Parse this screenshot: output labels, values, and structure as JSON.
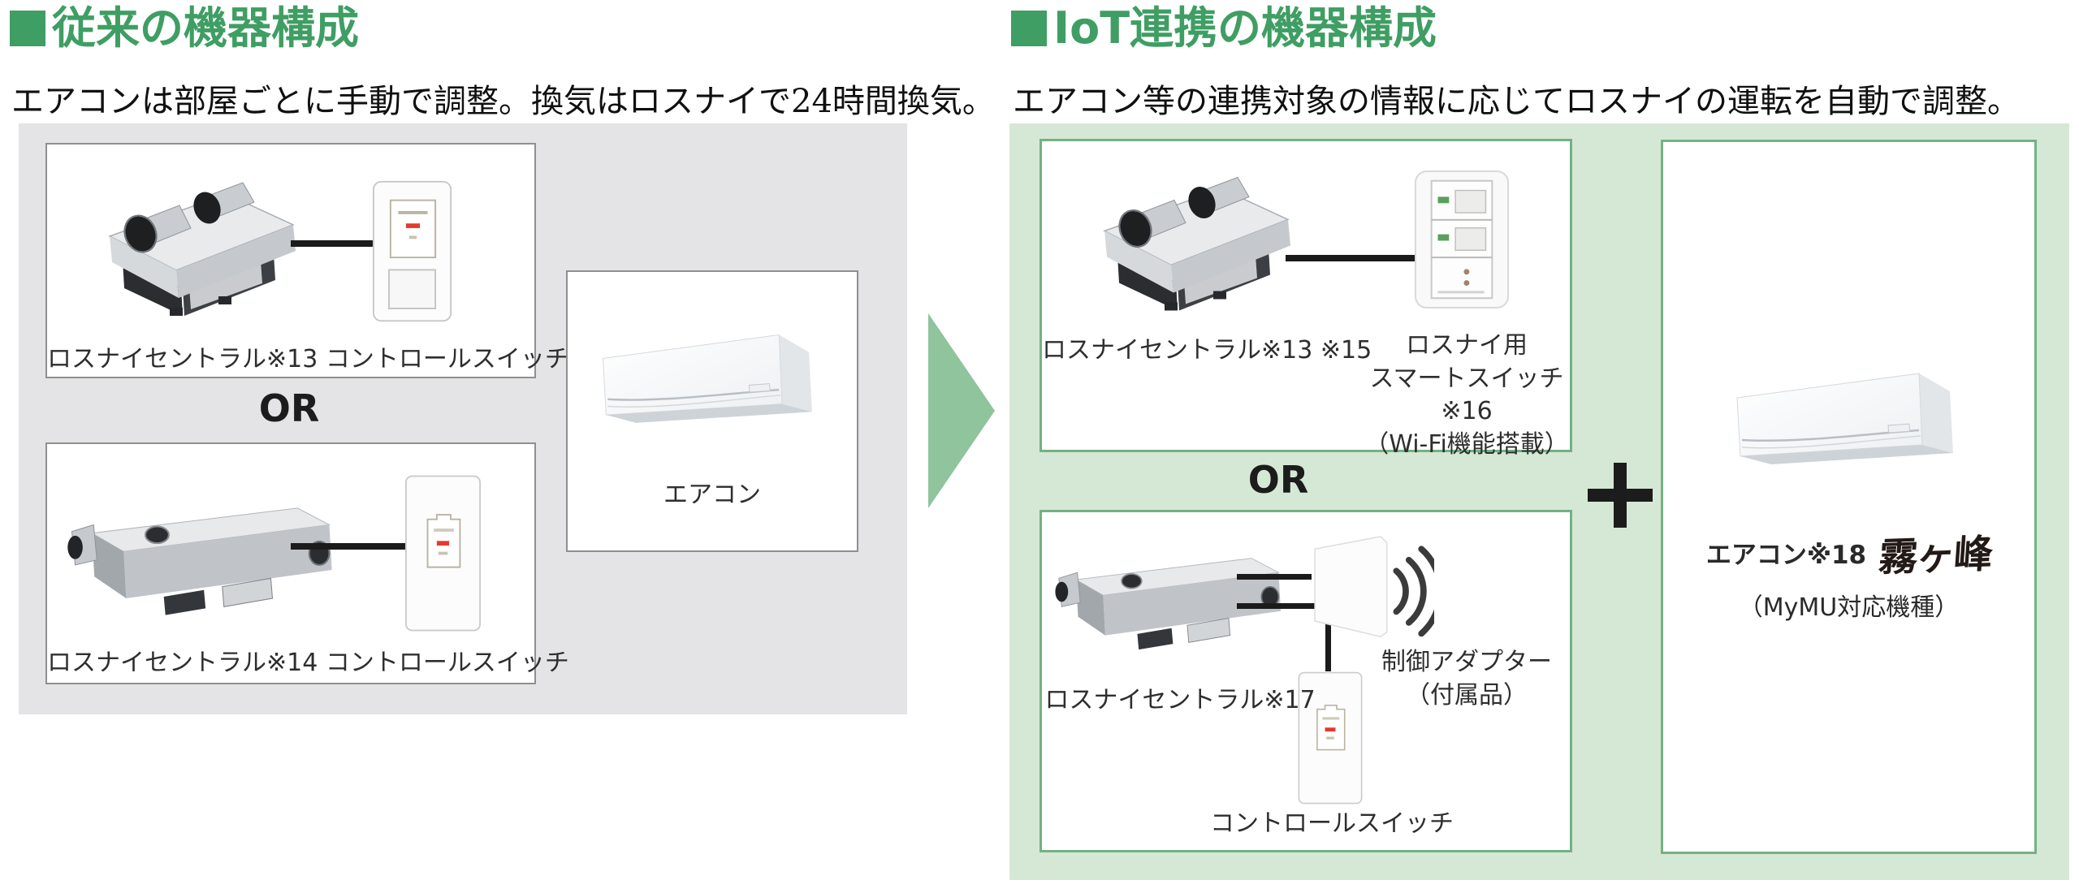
{
  "left_section": {
    "heading": "従来の機器構成",
    "subtitle": "エアコンは部屋ごとに手動で調整。換気はロスナイで24時間換気。",
    "or_label": "OR",
    "box_a": {
      "label": "ロスナイセントラル※13 コントロールスイッチ"
    },
    "box_b": {
      "label": "ロスナイセントラル※14 コントロールスイッチ"
    },
    "box_c": {
      "label": "エアコン"
    }
  },
  "right_section": {
    "heading": "IoT連携の機器構成",
    "subtitle": "エアコン等の連携対象の情報に応じてロスナイの運転を自動で調整。",
    "or_label": "OR",
    "plus_label": "+",
    "box_d": {
      "unit_label": "ロスナイセントラル※13 ※15",
      "switch_label_lines": [
        "ロスナイ用",
        "スマートスイッチ※16",
        "（Wi-Fi機能搭載）"
      ]
    },
    "box_e": {
      "unit_label": "ロスナイセントラル※17",
      "adapter_label_lines": [
        "制御アダプター",
        "（付属品）"
      ],
      "switch_label": "コントロールスイッチ"
    },
    "box_f": {
      "ac_label": "エアコン※18",
      "brand_logo": "霧ヶ峰",
      "note": "（MyMU対応機種）"
    }
  },
  "colors": {
    "heading_green": "#3f9e63",
    "panel_gray": "#e4e4e6",
    "panel_green": "#d5e8d5",
    "arrow_green": "#8fc49d",
    "box_border_green": "#74b184",
    "box_border_gray": "#8f8f90",
    "red_indicator": "#e23b2e",
    "led_green": "#58a05c"
  }
}
